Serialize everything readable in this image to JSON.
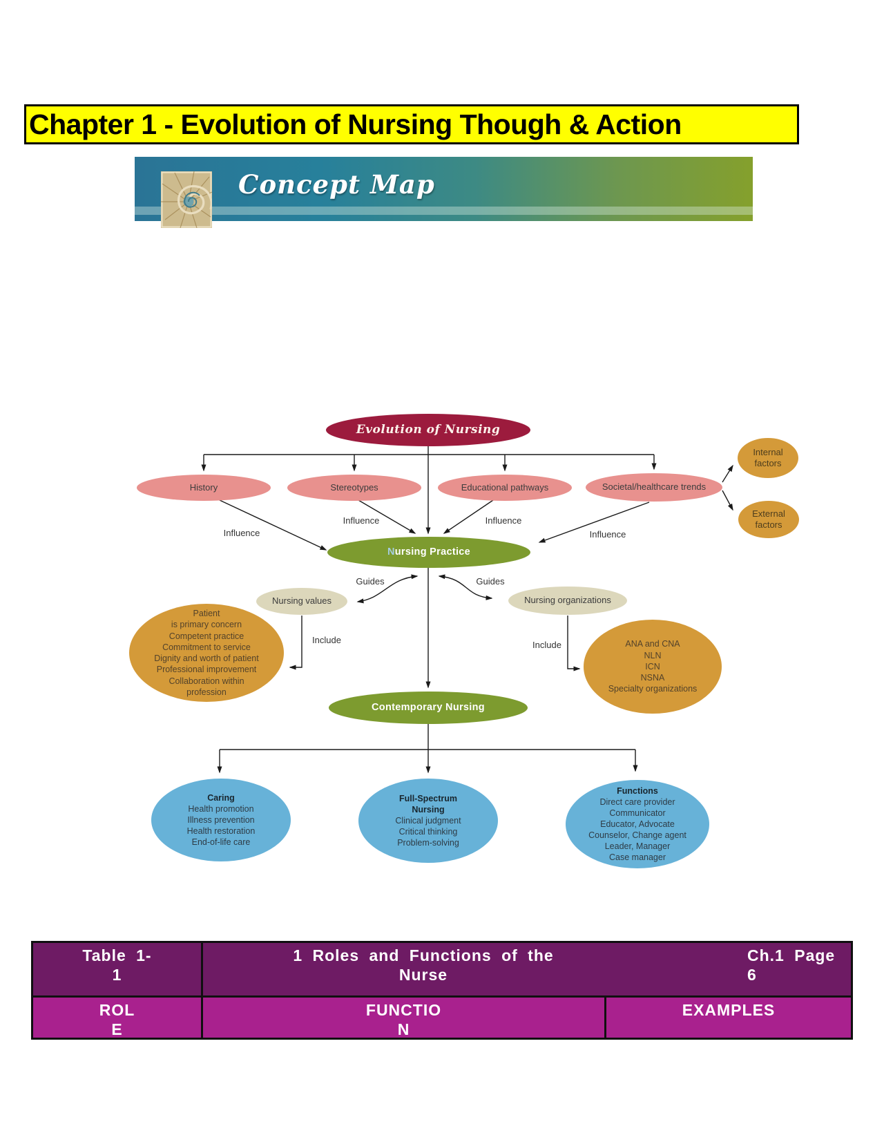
{
  "page": {
    "title": "Chapter 1 - Evolution of Nursing Though & Action"
  },
  "banner": {
    "title": "Concept Map"
  },
  "map": {
    "root_label": "Evolution of Nursing",
    "influencers": [
      "History",
      "Stereotypes",
      "Educational pathways",
      "Societal/healthcare trends"
    ],
    "internal_factors": [
      "Internal",
      "factors"
    ],
    "external_factors": [
      "External",
      "factors"
    ],
    "influence_label": "Influence",
    "nursing_practice_label": "Nursing Practice",
    "guides_label": "Guides",
    "include_label": "Include",
    "nursing_values_label": "Nursing values",
    "nursing_orgs_label": "Nursing organizations",
    "values_list": [
      "Patient",
      "is primary concern",
      "Competent practice",
      "Commitment to service",
      "Dignity and worth of patient",
      "Professional improvement",
      "Collaboration within",
      "profession"
    ],
    "orgs_list": [
      "ANA and CNA",
      "NLN",
      "ICN",
      "NSNA",
      "Specialty organizations"
    ],
    "contemporary_label": "Contemporary Nursing",
    "caring": {
      "title": "Caring",
      "items": [
        "Health promotion",
        "Illness prevention",
        "Health restoration",
        "End-of-life care"
      ]
    },
    "full_spectrum": {
      "title": [
        "Full-Spectrum",
        "Nursing"
      ],
      "items": [
        "Clinical judgment",
        "Critical thinking",
        "Problem-solving"
      ]
    },
    "functions": {
      "title": "Functions",
      "items": [
        "Direct care provider",
        "Communicator",
        "Educator, Advocate",
        "Counselor, Change agent",
        "Leader, Manager",
        "Case manager"
      ]
    }
  },
  "table": {
    "title_cell": [
      "Table 1-",
      "1"
    ],
    "caption_cell": [
      "1 Roles and Functions of the",
      "Nurse"
    ],
    "page_cell": [
      "Ch.1 Page",
      "6"
    ],
    "col_role": [
      "ROL",
      "E"
    ],
    "col_function": [
      "FUNCTIO",
      "N"
    ],
    "col_examples": "EXAMPLES"
  },
  "colors": {
    "highlight_yellow": "#ffff00",
    "banner_teal": "#2a7496",
    "banner_olive": "#85a02c",
    "root_crimson": "#9c1b3d",
    "influencer_pink": "#e8918e",
    "practice_green": "#7d9b2f",
    "factor_gold": "#d49a39",
    "values_beige": "#dcd7bb",
    "outcome_blue": "#67b2d8",
    "table_header_purple": "#6e1b64",
    "table_subheader_magenta": "#a9218e"
  }
}
